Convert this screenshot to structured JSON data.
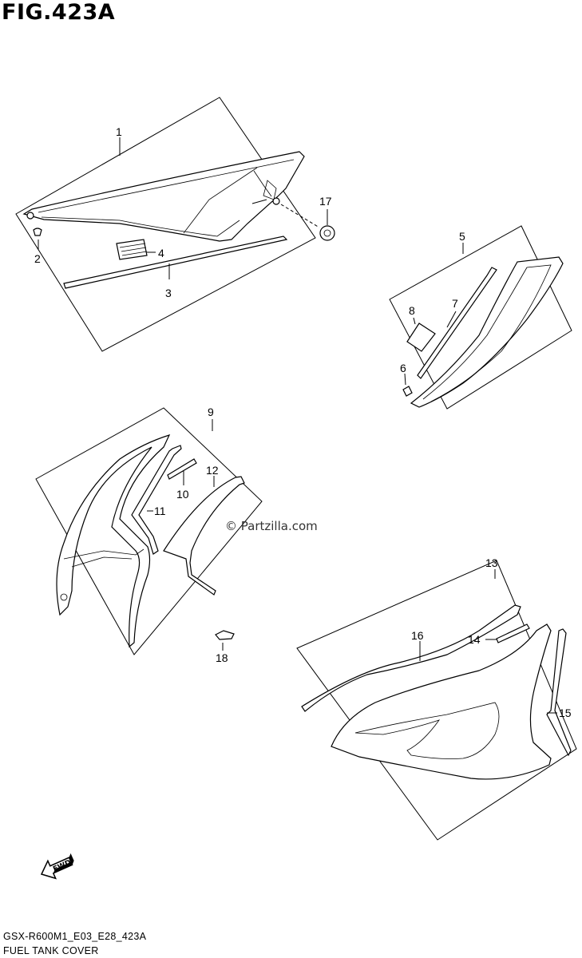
{
  "figure": {
    "title": "FIG.423A"
  },
  "watermark": "© Partzilla.com",
  "fwd_label": "FWD",
  "model_code": "GSX-R600M1_E03_E28_423A",
  "caption": "FUEL TANK COVER",
  "callouts": [
    {
      "id": "c1",
      "text": "1"
    },
    {
      "id": "c2",
      "text": "2"
    },
    {
      "id": "c3",
      "text": "3"
    },
    {
      "id": "c4",
      "text": "4"
    },
    {
      "id": "c5",
      "text": "5"
    },
    {
      "id": "c6",
      "text": "6"
    },
    {
      "id": "c7",
      "text": "7"
    },
    {
      "id": "c8",
      "text": "8"
    },
    {
      "id": "c9",
      "text": "9"
    },
    {
      "id": "c10",
      "text": "10"
    },
    {
      "id": "c11",
      "text": "11"
    },
    {
      "id": "c12",
      "text": "12"
    },
    {
      "id": "c13",
      "text": "13"
    },
    {
      "id": "c14",
      "text": "14"
    },
    {
      "id": "c15",
      "text": "15"
    },
    {
      "id": "c16",
      "text": "16"
    },
    {
      "id": "c17",
      "text": "17"
    },
    {
      "id": "c18",
      "text": "18"
    }
  ]
}
